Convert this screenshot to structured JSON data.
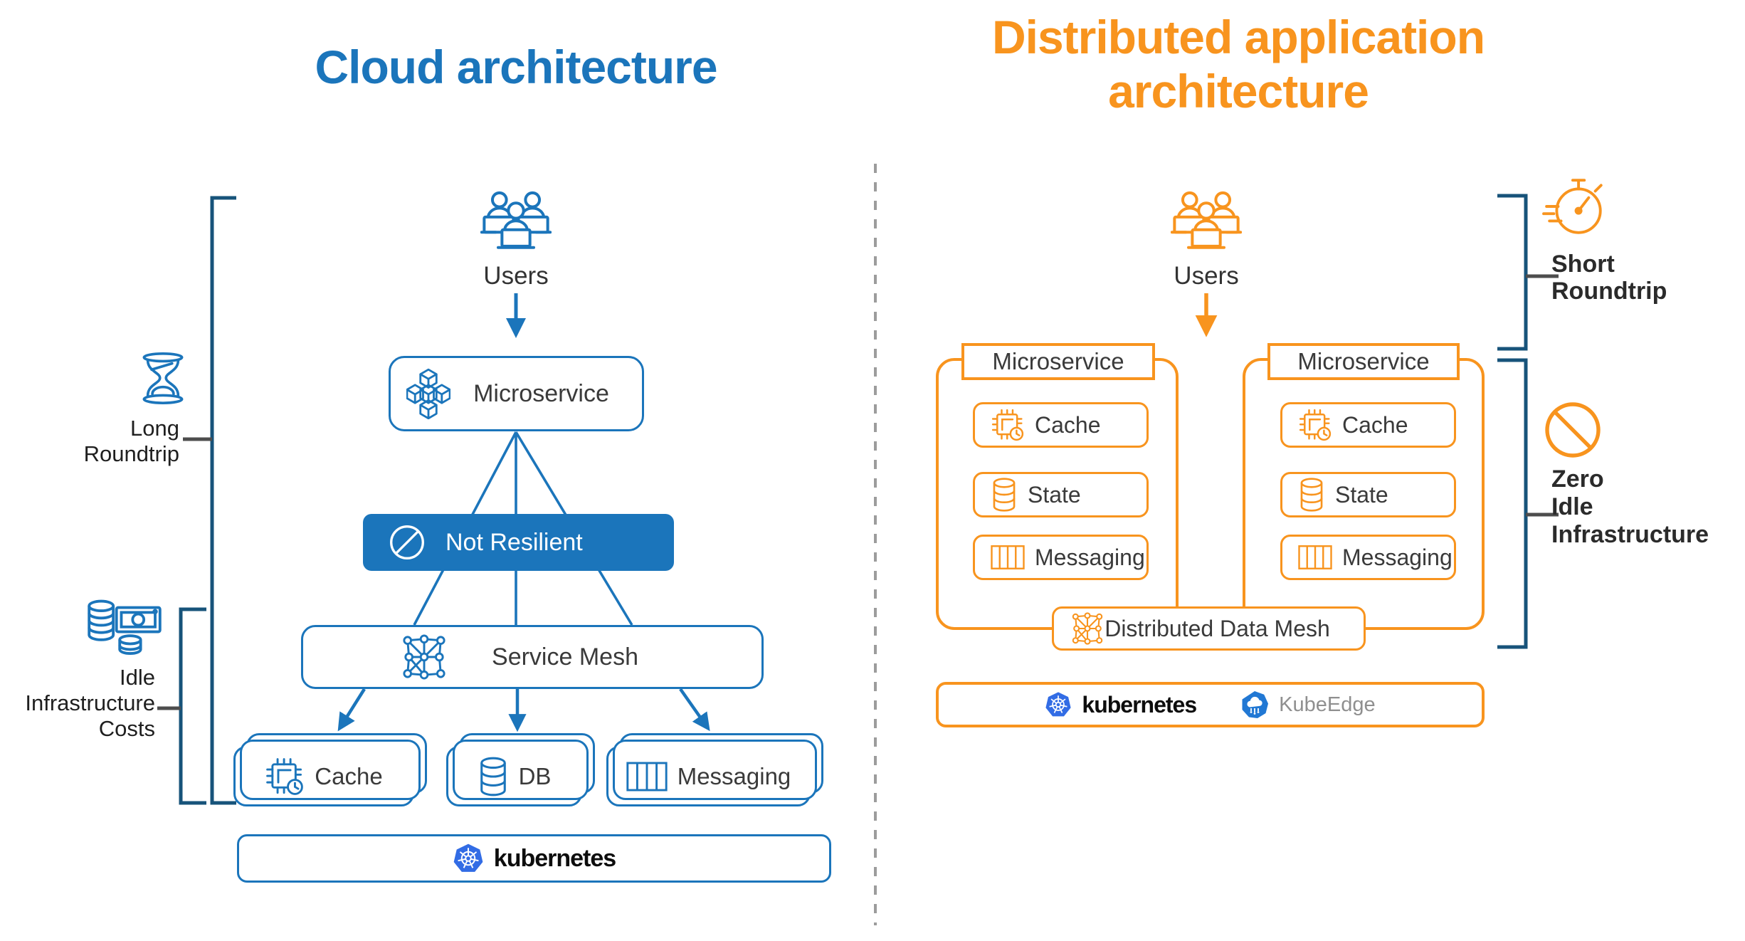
{
  "colors": {
    "blue": "#1b75bb",
    "orange": "#f8941e",
    "bracket_navy": "#17537a",
    "kubernetes_blue": "#326ce5",
    "kubeedge_blue": "#2178d4",
    "text_dark": "#3a3a3a",
    "connector_gray": "#4d4d4d",
    "divider_gray": "#9c9c9c"
  },
  "icons": {
    "users": "users-group-icon",
    "microservice": "cubes-cluster-icon",
    "not_resilient": "no-entry-icon",
    "service_mesh": "network-mesh-icon",
    "cache": "chip-clock-icon",
    "db": "database-icon",
    "state": "database-icon",
    "messaging": "queue-stripes-icon",
    "long_roundtrip": "hourglass-icon",
    "idle_costs": "coins-banknote-icon",
    "short_roundtrip": "stopwatch-icon",
    "zero_idle": "no-symbol-icon",
    "kubernetes": "kubernetes-helm-logo",
    "kubeedge": "kubeedge-cloud-logo"
  },
  "left": {
    "title": "Cloud architecture",
    "users_label": "Users",
    "microservice_label": "Microservice",
    "not_resilient_label": "Not Resilient",
    "service_mesh_label": "Service Mesh",
    "stacks": [
      {
        "label": "Cache"
      },
      {
        "label": "DB"
      },
      {
        "label": "Messaging"
      }
    ],
    "platform_label": "kubernetes",
    "annotations": [
      {
        "label": "Long\nRoundtrip"
      },
      {
        "label": "Idle\nInfrastructure\nCosts"
      }
    ]
  },
  "right": {
    "title": "Distributed application\narchitecture",
    "users_label": "Users",
    "microservices": [
      {
        "label": "Microservice",
        "components": [
          {
            "label": "Cache"
          },
          {
            "label": "State"
          },
          {
            "label": "Messaging"
          }
        ]
      },
      {
        "label": "Microservice",
        "components": [
          {
            "label": "Cache"
          },
          {
            "label": "State"
          },
          {
            "label": "Messaging"
          }
        ]
      }
    ],
    "data_mesh_label": "Distributed Data Mesh",
    "platform": {
      "kubernetes_label": "kubernetes",
      "kubeedge_label": "KubeEdge"
    },
    "annotations": [
      {
        "label": "Short\nRoundtrip"
      },
      {
        "label": "Zero\nIdle\nInfrastructure"
      }
    ]
  }
}
